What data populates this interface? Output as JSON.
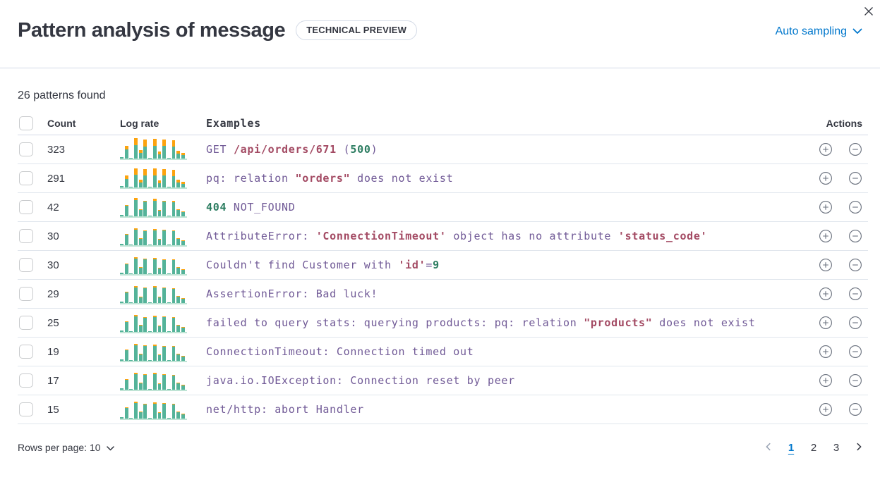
{
  "header": {
    "title": "Pattern analysis of message",
    "badge": "TECHNICAL PREVIEW",
    "sampling_label": "Auto sampling"
  },
  "summary": "26 patterns found",
  "table": {
    "columns": {
      "count": "Count",
      "log_rate": "Log rate",
      "examples": "Examples",
      "actions": "Actions"
    },
    "rows": [
      {
        "count": "323",
        "spark": {
          "teal": [
            2,
            13,
            1,
            19,
            8,
            17,
            1,
            18,
            6,
            18,
            1,
            17,
            7,
            5
          ],
          "orange": [
            0,
            5,
            0,
            10,
            4,
            10,
            0,
            10,
            4,
            9,
            0,
            9,
            4,
            3
          ]
        },
        "example": [
          {
            "t": "GET ",
            "k": "p"
          },
          {
            "t": "/api/orders/671",
            "k": "m"
          },
          {
            "t": " (",
            "k": "p"
          },
          {
            "t": "500",
            "k": "g"
          },
          {
            "t": ")",
            "k": "p"
          }
        ]
      },
      {
        "count": "291",
        "spark": {
          "teal": [
            2,
            12,
            1,
            18,
            7,
            17,
            1,
            17,
            6,
            17,
            1,
            16,
            7,
            5
          ],
          "orange": [
            0,
            5,
            0,
            9,
            4,
            9,
            0,
            10,
            4,
            9,
            0,
            9,
            4,
            3
          ]
        },
        "example": [
          {
            "t": "pq: relation ",
            "k": "p"
          },
          {
            "t": "\"orders\"",
            "k": "m"
          },
          {
            "t": " does not exist",
            "k": "p"
          }
        ]
      },
      {
        "count": "42",
        "spark": {
          "teal": [
            2,
            15,
            1,
            23,
            9,
            21,
            1,
            22,
            8,
            21,
            1,
            20,
            9,
            6
          ],
          "orange": [
            0,
            1,
            0,
            3,
            1,
            1,
            0,
            3,
            1,
            1,
            0,
            2,
            1,
            1
          ]
        },
        "example": [
          {
            "t": "404",
            "k": "g"
          },
          {
            "t": " NOT_FOUND",
            "k": "p"
          }
        ]
      },
      {
        "count": "30",
        "spark": {
          "teal": [
            2,
            15,
            1,
            22,
            9,
            20,
            1,
            21,
            8,
            21,
            1,
            20,
            9,
            6
          ],
          "orange": [
            0,
            1,
            0,
            2,
            1,
            1,
            0,
            2,
            1,
            1,
            0,
            1,
            1,
            1
          ]
        },
        "example": [
          {
            "t": "AttributeError: ",
            "k": "p"
          },
          {
            "t": "'ConnectionTimeout'",
            "k": "m"
          },
          {
            "t": " object has no attribute ",
            "k": "p"
          },
          {
            "t": "'status_code'",
            "k": "m"
          }
        ]
      },
      {
        "count": "30",
        "spark": {
          "teal": [
            2,
            14,
            1,
            22,
            9,
            21,
            1,
            21,
            8,
            20,
            1,
            20,
            9,
            6
          ],
          "orange": [
            0,
            1,
            0,
            2,
            1,
            1,
            0,
            2,
            1,
            1,
            0,
            1,
            1,
            1
          ]
        },
        "example": [
          {
            "t": "Couldn't find Customer with ",
            "k": "p"
          },
          {
            "t": "'id'",
            "k": "m"
          },
          {
            "t": "=",
            "k": "p"
          },
          {
            "t": "9",
            "k": "g"
          }
        ]
      },
      {
        "count": "29",
        "spark": {
          "teal": [
            2,
            15,
            1,
            22,
            8,
            21,
            1,
            22,
            8,
            21,
            1,
            20,
            9,
            6
          ],
          "orange": [
            0,
            1,
            0,
            2,
            1,
            1,
            0,
            2,
            1,
            1,
            0,
            1,
            1,
            1
          ]
        },
        "example": [
          {
            "t": "AssertionError: Bad luck!",
            "k": "p"
          }
        ]
      },
      {
        "count": "25",
        "spark": {
          "teal": [
            2,
            14,
            1,
            22,
            9,
            20,
            1,
            21,
            8,
            21,
            1,
            20,
            9,
            6
          ],
          "orange": [
            0,
            1,
            0,
            2,
            1,
            1,
            0,
            2,
            1,
            1,
            0,
            1,
            1,
            1
          ]
        },
        "example": [
          {
            "t": "failed to query stats: querying products: pq: relation ",
            "k": "p"
          },
          {
            "t": "\"products\"",
            "k": "m"
          },
          {
            "t": " does not exist",
            "k": "p"
          }
        ]
      },
      {
        "count": "19",
        "spark": {
          "teal": [
            2,
            15,
            1,
            22,
            9,
            21,
            1,
            21,
            8,
            20,
            1,
            20,
            9,
            6
          ],
          "orange": [
            0,
            1,
            0,
            2,
            1,
            1,
            0,
            2,
            1,
            1,
            0,
            1,
            1,
            1
          ]
        },
        "example": [
          {
            "t": "ConnectionTimeout: Connection timed out",
            "k": "p"
          }
        ]
      },
      {
        "count": "17",
        "spark": {
          "teal": [
            2,
            14,
            1,
            22,
            9,
            21,
            1,
            22,
            8,
            21,
            1,
            20,
            9,
            6
          ],
          "orange": [
            0,
            1,
            0,
            2,
            1,
            1,
            0,
            2,
            1,
            1,
            0,
            1,
            1,
            1
          ]
        },
        "example": [
          {
            "t": "java.io.IOException: Connection reset by peer",
            "k": "p"
          }
        ]
      },
      {
        "count": "15",
        "spark": {
          "teal": [
            2,
            15,
            1,
            22,
            9,
            20,
            1,
            21,
            8,
            21,
            1,
            20,
            9,
            6
          ],
          "orange": [
            0,
            1,
            0,
            2,
            1,
            1,
            0,
            2,
            1,
            1,
            0,
            1,
            1,
            1
          ]
        },
        "example": [
          {
            "t": "net/http: abort Handler",
            "k": "p"
          }
        ]
      }
    ]
  },
  "footer": {
    "rows_per_page_label": "Rows per page: 10",
    "pages": [
      "1",
      "2",
      "3"
    ],
    "active_page": "1"
  },
  "colors": {
    "accent_blue": "#0077CC",
    "bar_teal": "#54B399",
    "bar_orange": "#FCA30F",
    "token_purple": "#705996",
    "token_red": "#A34A63",
    "token_green": "#2B7C60",
    "border": "#D3DAE6"
  },
  "icons": {
    "close": "close-icon",
    "sampling": "chevron-down-icon",
    "filter_in": "plus-circle-icon",
    "filter_out": "minus-circle-icon",
    "prev": "chevron-left-icon",
    "next": "chevron-right-icon"
  }
}
